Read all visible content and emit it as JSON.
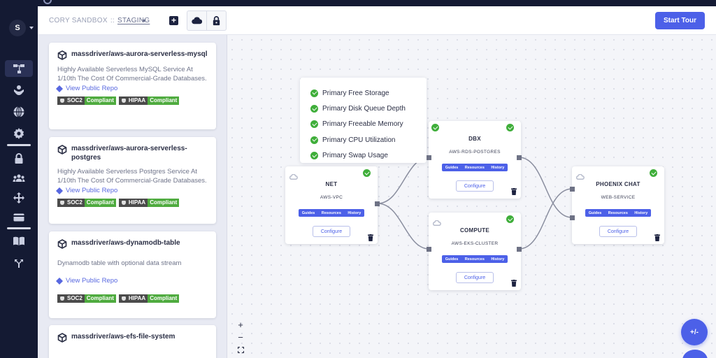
{
  "user": {
    "initial": "S"
  },
  "header": {
    "org": "CORY SANDBOX",
    "separator": "::",
    "environment": "STAGING",
    "add_label": "+",
    "start_tour": "Start Tour"
  },
  "packages": [
    {
      "name": "massdriver/aws-aurora-serverless-mysql",
      "description": "Highly Available Serverless MySQL Service At 1/10th The Cost Of Commercial-Grade Databases.",
      "link": "View Public Repo",
      "badges": [
        {
          "label": "SOC2",
          "status": "Compliant"
        },
        {
          "label": "HIPAA",
          "status": "Compliant"
        }
      ]
    },
    {
      "name": "massdriver/aws-aurora-serverless-postgres",
      "description": "Highly Available Serverless Postgres Service At 1/10th The Cost Of Commercial-Grade Databases.",
      "link": "View Public Repo",
      "badges": [
        {
          "label": "SOC2",
          "status": "Compliant"
        },
        {
          "label": "HIPAA",
          "status": "Compliant"
        }
      ]
    },
    {
      "name": "massdriver/aws-dynamodb-table",
      "description": "Dynamodb table with optional data stream",
      "link": "View Public Repo",
      "badges": [
        {
          "label": "SOC2",
          "status": "Compliant"
        },
        {
          "label": "HIPAA",
          "status": "Compliant"
        }
      ]
    },
    {
      "name": "massdriver/aws-efs-file-system"
    }
  ],
  "tooltip": {
    "items": [
      "Primary Free Storage",
      "Primary Disk Queue Depth",
      "Primary Freeable Memory",
      "Primary CPU Utilization",
      "Primary Swap Usage"
    ]
  },
  "nodes": {
    "net": {
      "title": "NET",
      "subtitle": "AWS-VPC"
    },
    "dbx": {
      "title": "DBX",
      "subtitle": "AWS-RDS-POSTGRES"
    },
    "compute": {
      "title": "COMPUTE",
      "subtitle": "AWS-EKS-CLUSTER"
    },
    "phoenix": {
      "title": "PHOENIX CHAT",
      "subtitle": "WEB-SERVICE"
    }
  },
  "node_tabs": [
    "Guides",
    "Resources",
    "History"
  ],
  "configure_label": "Configure",
  "zoom": {
    "in": "+",
    "out": "−"
  },
  "fab_label": "+/-",
  "colors": {
    "nav_bg": "#141a33",
    "accent": "#4c60e8",
    "success": "#3fae3a",
    "badge_dark": "#4b4b4b",
    "badge_green": "#4fab3f"
  },
  "icons": [
    "diagram-icon",
    "users-hands-icon",
    "globe-icon",
    "gear-icon",
    "lock-icon",
    "team-icon",
    "diamond-arrows-icon",
    "card-icon",
    "book-icon",
    "merge-icon",
    "cloud-icon",
    "check-circle-icon",
    "trash-icon",
    "package-cube-icon",
    "git-icon",
    "expand-icon"
  ]
}
